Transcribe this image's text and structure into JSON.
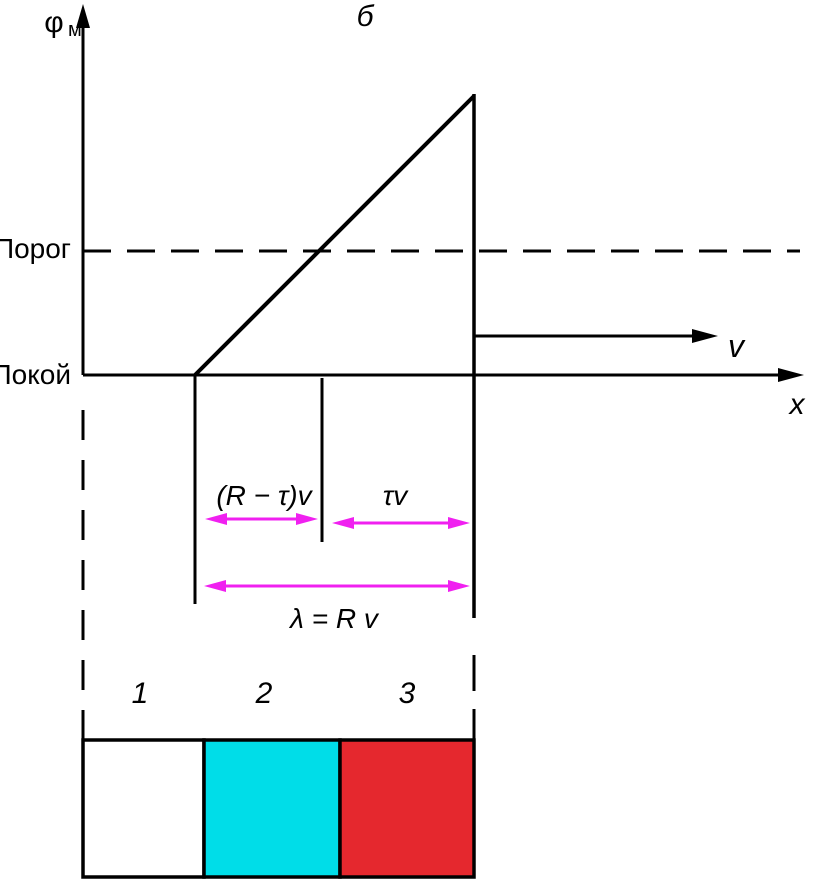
{
  "header": {
    "panel_letter": "б"
  },
  "axes": {
    "y_label": "φ",
    "y_subscript": "м",
    "x_label": "x",
    "velocity_label": "v"
  },
  "levels": {
    "threshold_label": "Порог",
    "rest_label": "Покой"
  },
  "dimensions": {
    "refractory_part": "(R − τ)v",
    "excitation_part": "τv",
    "wavelength": "λ = R v"
  },
  "zones": [
    {
      "number": "1",
      "color": "#ffffff"
    },
    {
      "number": "2",
      "color": "#00dde8"
    },
    {
      "number": "3",
      "color": "#e5282e"
    }
  ],
  "colors": {
    "dimension_arrows": "#f020f0",
    "lines": "#000000"
  }
}
